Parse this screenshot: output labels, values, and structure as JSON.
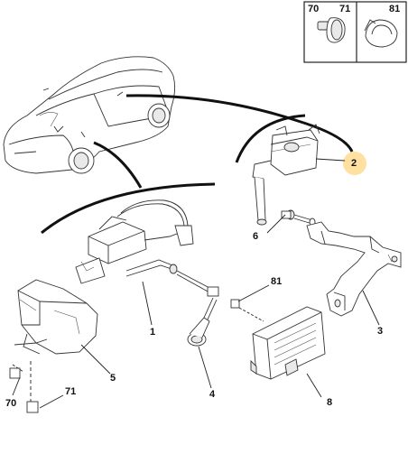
{
  "callouts": {
    "c1": "1",
    "c2": "2",
    "c3": "3",
    "c4": "4",
    "c5": "5",
    "c6": "6",
    "c8": "8",
    "c70": "70",
    "c71": "71",
    "c81a": "81"
  },
  "inset": {
    "label_70": "70",
    "label_71": "71",
    "label_81": "81"
  },
  "colors": {
    "highlight": "#ffe0a0",
    "ink": "#333333"
  }
}
